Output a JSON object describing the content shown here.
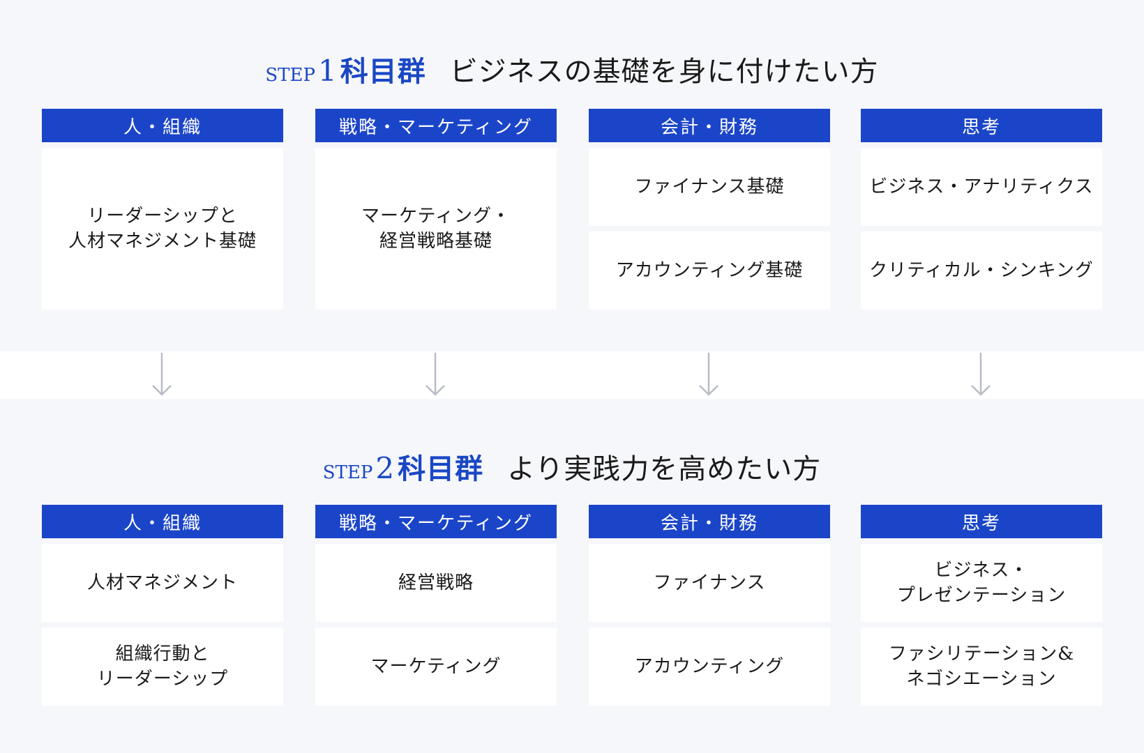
{
  "step1": {
    "step_word": "STEP",
    "step_num": "1",
    "group": "科目群",
    "desc": "ビジネスの基礎を身に付けたい方",
    "columns": [
      {
        "header": "人・組織",
        "cards": [
          "リーダーシップと\n人材マネジメント基礎"
        ]
      },
      {
        "header": "戦略・マーケティング",
        "cards": [
          "マーケティング・\n経営戦略基礎"
        ]
      },
      {
        "header": "会計・財務",
        "cards": [
          "ファイナンス基礎",
          "アカウンティング基礎"
        ]
      },
      {
        "header": "思考",
        "cards": [
          "ビジネス・アナリティクス",
          "クリティカル・シンキング"
        ]
      }
    ]
  },
  "step2": {
    "step_word": "STEP",
    "step_num": "2",
    "group": "科目群",
    "desc": "より実践力を高めたい方",
    "columns": [
      {
        "header": "人・組織",
        "cards": [
          "人材マネジメント",
          "組織行動と\nリーダーシップ"
        ]
      },
      {
        "header": "戦略・マーケティング",
        "cards": [
          "経営戦略",
          "マーケティング"
        ]
      },
      {
        "header": "会計・財務",
        "cards": [
          "ファイナンス",
          "アカウンティング"
        ]
      },
      {
        "header": "思考",
        "cards": [
          "ビジネス・\nプレゼンテーション",
          "ファシリテーション&\nネゴシエーション"
        ]
      }
    ]
  },
  "colors": {
    "accent": "#1b45c9",
    "background": "#f6f7fa",
    "card": "#ffffff",
    "arrow": "#b8bcc6"
  },
  "icons": {
    "connector": "arrow-down-icon"
  }
}
